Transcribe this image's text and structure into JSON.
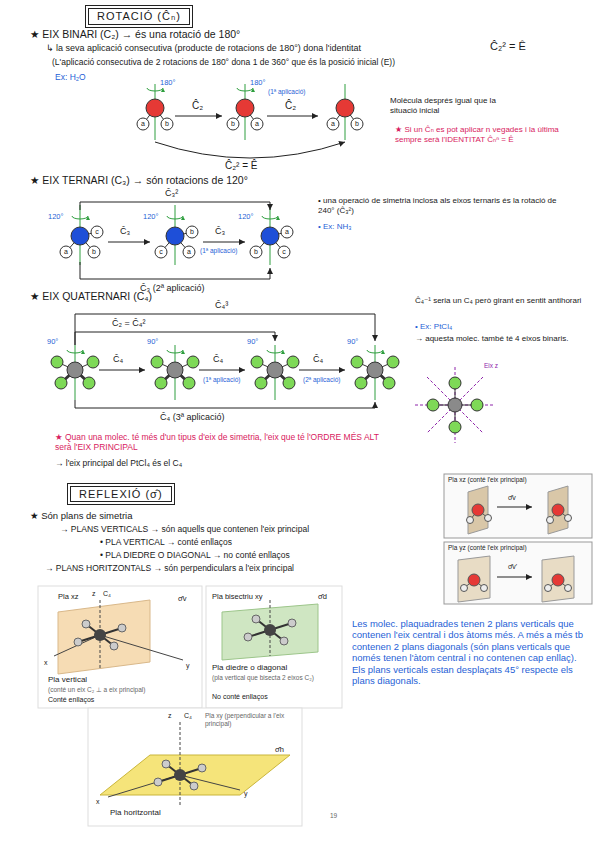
{
  "diagram": {
    "nodes": [
      {
        "text": [
          "ROTACIÓ (Ĉₙ)"
        ]
      },
      {
        "text": [
          "REFLEXIÓ (σ̂)"
        ]
      }
    ],
    "labels": [
      "★ EIX BINARI (C₂) → és una rotació de 180°",
      "↳ la seva aplicació consecutiva (producte de rotacions de 180°) dona l'identitat",
      "Ĉ₂² = Ê",
      "(L'aplicació consecutiva de 2 rotacions de 180° dona 1 de 360° que és la posició inicial (E))",
      "Ex: H₂O",
      "180°",
      "180°",
      "Ĉ₂",
      "Ĉ₂",
      "(1ª aplicació)",
      "a",
      "b",
      "b",
      "a",
      "a",
      "b",
      "Ĉ₂² = Ê",
      "Molècula després igual que la situació inicial",
      "★ Si un Ĉₙ es pot aplicar n vegades i la última sempre serà l'IDENTITAT Ĉₙⁿ = Ê",
      "★ EIX TERNARI (C₃) → són rotacions de 120°",
      "Ĉ₃²",
      "a",
      "b",
      "c",
      "c",
      "a",
      "b",
      "b",
      "c",
      "a",
      "120°",
      "120°",
      "120°",
      "Ĉ₃",
      "Ĉ₃",
      "(1ª aplicació)",
      "Ĉ₃ (2ª aplicació)",
      "• una operació de simetria inclosa als eixos ternaris és la rotació de 240° (Ĉ₃²)",
      "• Ex: NH₃",
      "★ EIX QUATERNARI (C₄)",
      "Ĉ₄³",
      "Ĉ₂ = Ĉ₄²",
      "90°",
      "90°",
      "90°",
      "90°",
      "Ĉ₄",
      "Ĉ₄",
      "Ĉ₄",
      "(1ª aplicació)",
      "(2ª aplicació)",
      "Ĉ₄ (3ª aplicació)",
      "Ĉ₄⁻¹ seria un C₄ però girant en sentit antihorari",
      "• Ex: PtCl₄",
      "→ aquesta molec. també té 4 eixos binaris.",
      "Eix z",
      "★ Quan una molec. té més d'un tipus d'eix de simetria, l'eix que té l'ORDRE MÉS ALT serà l'EIX PRINCIPAL",
      "→ l'eix principal del PtCl₄ és el C₄",
      "★ Són plans de simetria",
      "→ PLANS VERTICALS → són aquells que contenen l'eix principal",
      "• PLA VERTICAL → conté enllaços",
      "• PLA DIEDRE O DIAGONAL → no conté enllaços",
      "→ PLANS HORITZONTALS → són perpendiculars a l'eix principal",
      "Pla xz (conté l'eix principal)",
      "σ̂v",
      "Pla yz (conté l'eix principal)",
      "σ̂v'",
      "z",
      "C₄",
      "Pla xz",
      "σ̂v",
      "x",
      "y",
      "Pla vertical",
      "(conté un eix C₂ ⊥ a eix principal)",
      "Conté enllaços",
      "Pla bisectriu xy",
      "σ̂d",
      "Pla diedre o diagonal",
      "(pla vertical que bisecta 2 eixos C₂)",
      "No conté enllaços",
      "z",
      "C₄",
      "Pla xy (perpendicular a l'eix principal)",
      "σ̂h",
      "x",
      "y",
      "Pla horitzontal",
      "19",
      "Les molec. plaquadrades tenen 2 plans verticals que contenen l'eix central i dos àtoms més. A més a més tb contenen 2 plans diagonals (són plans verticals que només tenen l'àtom central i no contenen cap enllaç). Els plans verticals estan desplaçats 45° respecte els plans diagonals."
    ]
  }
}
